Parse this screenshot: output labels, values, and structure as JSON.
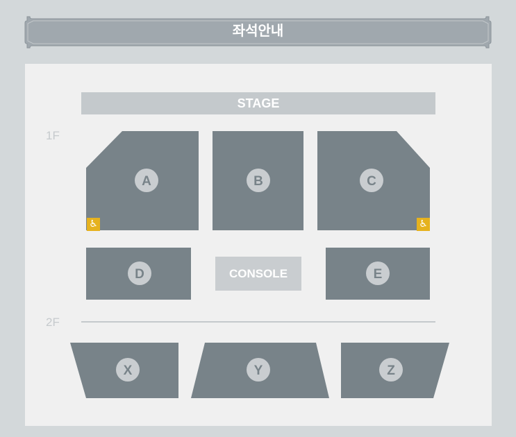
{
  "header": {
    "title": "좌석안내"
  },
  "stage": {
    "label": "STAGE"
  },
  "floors": {
    "first": "1F",
    "second": "2F"
  },
  "console": {
    "label": "CONSOLE"
  },
  "sections": {
    "a": "A",
    "b": "B",
    "c": "C",
    "d": "D",
    "e": "E",
    "x": "X",
    "y": "Y",
    "z": "Z"
  },
  "icons": {
    "accessible_seat": "wheelchair-icon"
  },
  "colors": {
    "section": "#788389",
    "badge": "#c9cdd0",
    "accessible": "#e6b21e",
    "banner": "#a0a8ae"
  }
}
